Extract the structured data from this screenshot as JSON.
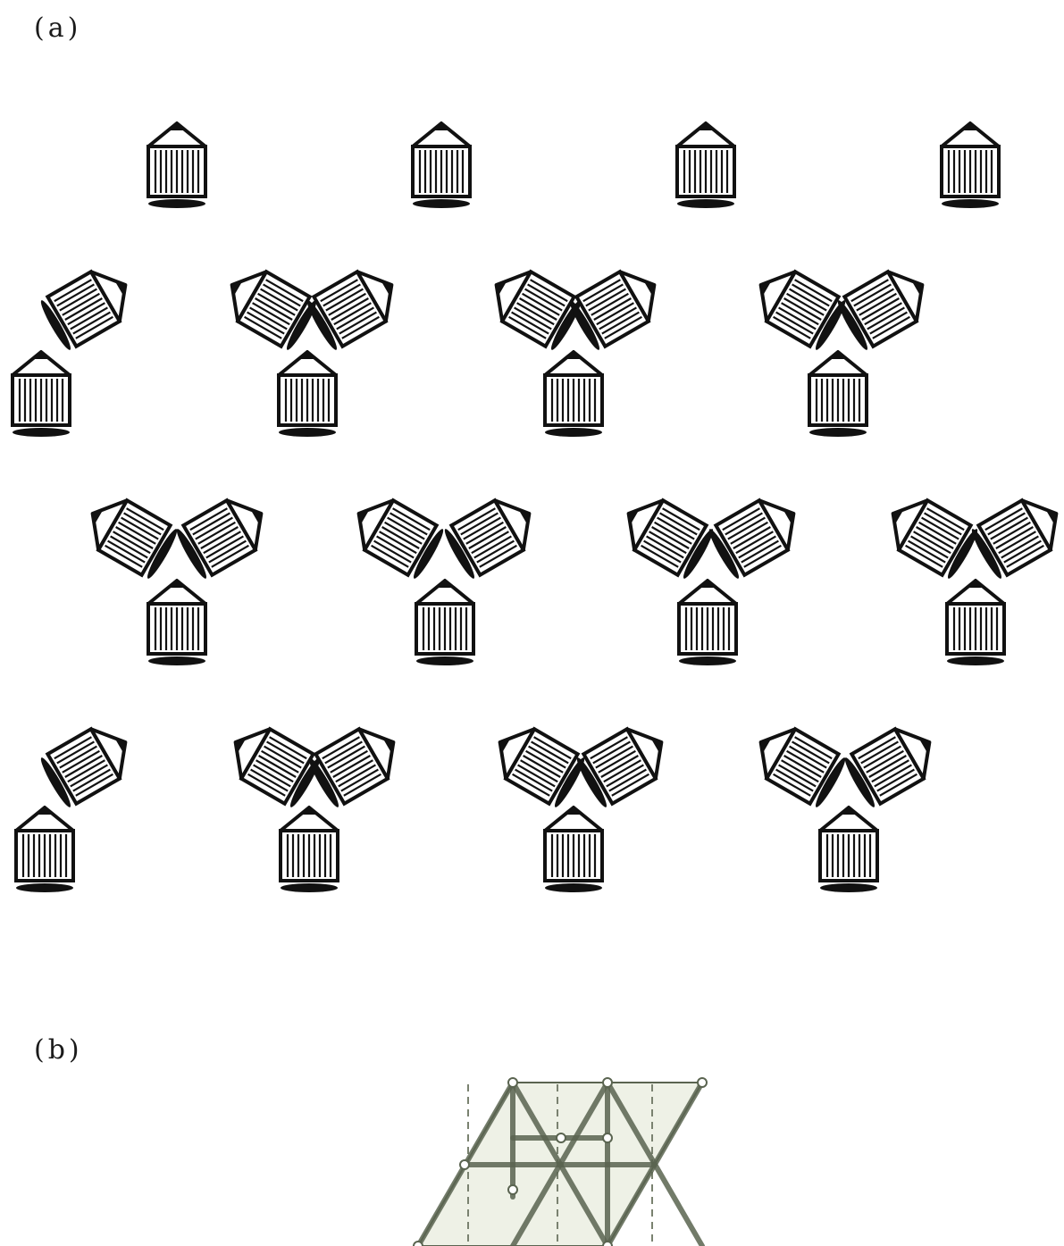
{
  "panel_a": {
    "label": "(a)"
  },
  "panel_b": {
    "label": "(b)"
  },
  "colors": {
    "ink": "#111111",
    "lattice": "#5a6450",
    "lattice_fill": "#eef1e6",
    "dashed": "#7a8270"
  },
  "motif": {
    "description_icon": "pencil-icon",
    "molecules_per_motif": 3
  }
}
